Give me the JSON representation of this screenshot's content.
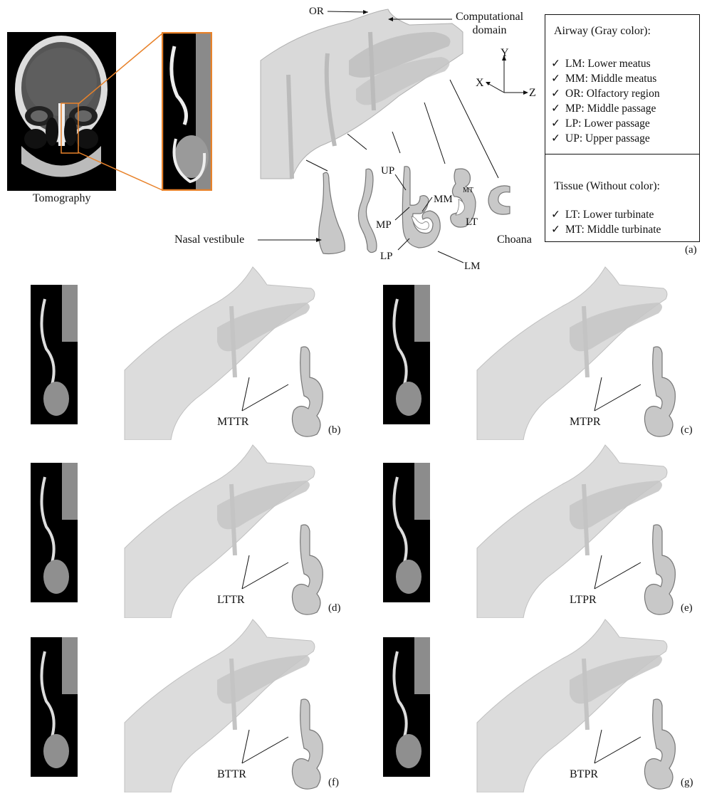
{
  "panel_a": {
    "tomography_label": "Tomography",
    "computational_domain_label": "Computational\ndomain",
    "or_label": "OR",
    "axes": {
      "x": "X",
      "y": "Y",
      "z": "Z"
    },
    "section_labels": {
      "nasal_vestibule": "Nasal vestibule",
      "choana": "Choana",
      "up": "UP",
      "mm": "MM",
      "mp": "MP",
      "lp": "LP",
      "lm": "LM",
      "mt": "MT",
      "lt": "LT"
    },
    "panel_letter": "(a)"
  },
  "legend": {
    "airway_heading": "Airway (Gray color):",
    "airway_items": [
      "LM: Lower meatus",
      "MM: Middle meatus",
      "OR: Olfactory region",
      "MP: Middle passage",
      "LP: Lower passage",
      "UP: Upper passage"
    ],
    "tissue_heading": "Tissue (Without color):",
    "tissue_items": [
      "LT: Lower turbinate",
      "MT: Middle turbinate"
    ],
    "check_mark": "✓"
  },
  "panels": [
    {
      "letter": "(b)",
      "label": "MTTR"
    },
    {
      "letter": "(c)",
      "label": "MTPR"
    },
    {
      "letter": "(d)",
      "label": "LTTR"
    },
    {
      "letter": "(e)",
      "label": "LTPR"
    },
    {
      "letter": "(f)",
      "label": "BTTR"
    },
    {
      "letter": "(g)",
      "label": "BTPR"
    }
  ],
  "colors": {
    "airway_fill": "#c8c8c8",
    "domain_fill": "#d9d9d9",
    "ct_background": "#000000",
    "callout_orange": "#e8822a"
  }
}
